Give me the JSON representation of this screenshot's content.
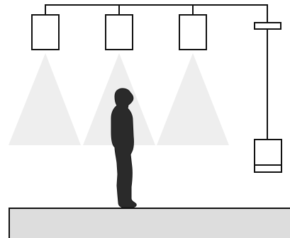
{
  "diagram": {
    "kind": "overhead-lighting-illustration",
    "colors": {
      "stroke": "#111111",
      "fixture_fill": "#ffffff",
      "light_beam": "#eeeeee",
      "person": "#2a2a2a",
      "floor_fill": "#dddddd",
      "background": "#ffffff"
    },
    "elements": {
      "ceiling_track": "ceiling-track",
      "fixtures": [
        "ceiling-light-1",
        "ceiling-light-2",
        "ceiling-light-3"
      ],
      "light_beams": [
        "light-beam-1",
        "light-beam-2",
        "light-beam-3"
      ],
      "sliding_rail": "vertical-sliding-rail",
      "rail_collar": "rail-collar",
      "movable_unit": "movable-fixture-unit",
      "person": "standing-person-silhouette",
      "floor": "floor-slab"
    }
  }
}
